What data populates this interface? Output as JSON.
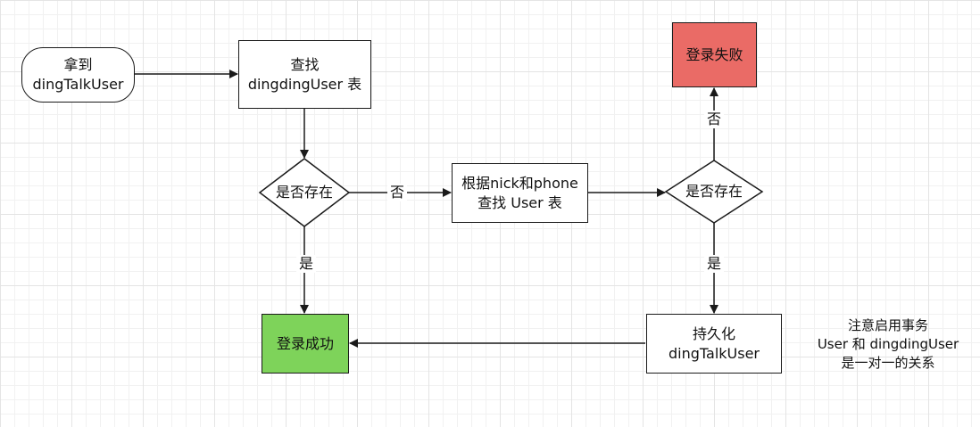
{
  "nodes": {
    "start": {
      "text": "拿到\ndingTalkUser"
    },
    "lookup_dingding": {
      "text": "查找\ndingdingUser 表"
    },
    "exists_check_1": {
      "text": "是否存在"
    },
    "lookup_user": {
      "text": "根据nick和phone\n查找 User 表"
    },
    "exists_check_2": {
      "text": "是否存在"
    },
    "login_fail": {
      "text": "登录失败",
      "color": "#ea6b66"
    },
    "login_success": {
      "text": "登录成功",
      "color": "#7ed35a"
    },
    "persist": {
      "text": "持久化\ndingTalkUser"
    }
  },
  "edge_labels": {
    "check1_no": "否",
    "check1_yes": "是",
    "check2_no": "否",
    "check2_yes": "是"
  },
  "note": {
    "text": "注意启用事务\nUser 和 dingdingUser\n是一对一的关系"
  }
}
